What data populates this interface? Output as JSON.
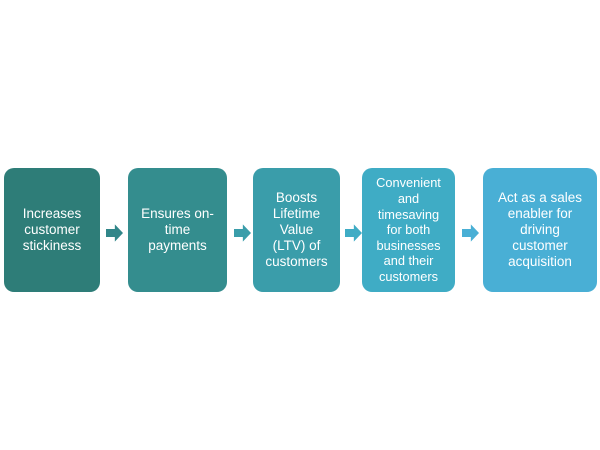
{
  "diagram": {
    "background_color": "#ffffff",
    "text_color": "#ffffff",
    "steps": [
      {
        "label": "Increases\ncustomer\nstickiness",
        "color": "#2e7d78"
      },
      {
        "label": "Ensures on-\ntime\npayments",
        "color": "#348d8e"
      },
      {
        "label": "Boosts\nLifetime\nValue\n(LTV) of\ncustomers",
        "color": "#3a9daa"
      },
      {
        "label": "Convenient\nand\ntimesaving\nfor both\nbusinesses\nand their\ncustomers",
        "color": "#3facc5"
      },
      {
        "label": "Act as a sales\nenabler for\ndriving\ncustomer\nacquisition",
        "color": "#49afd5"
      }
    ],
    "arrows": [
      {
        "name": "arrow-right-icon",
        "color": "#318689"
      },
      {
        "name": "arrow-right-icon",
        "color": "#3a9daa"
      },
      {
        "name": "arrow-right-icon",
        "color": "#3facc5"
      },
      {
        "name": "arrow-right-icon",
        "color": "#49afd5"
      }
    ]
  }
}
